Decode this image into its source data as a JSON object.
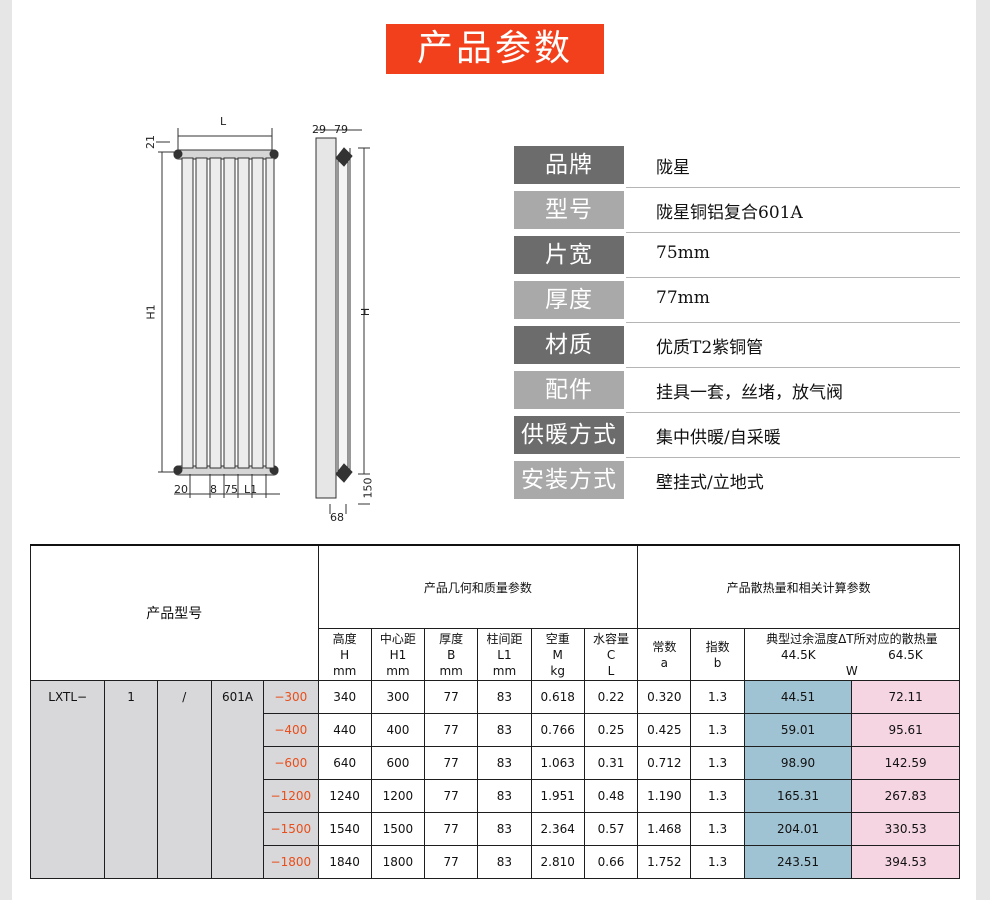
{
  "title": "产品参数",
  "drawing": {
    "labels": {
      "L": "L",
      "h21": "21",
      "H1": "H1",
      "d20": "20",
      "d8": "8",
      "d75": "75",
      "L1": "L1",
      "d29": "29",
      "d79": "79",
      "H": "H",
      "d150": "150",
      "d68": "68"
    }
  },
  "specs": [
    {
      "key": "品牌",
      "value": "陇星"
    },
    {
      "key": "型号",
      "value": "陇星铜铝复合601A"
    },
    {
      "key": "片宽",
      "value": "75mm"
    },
    {
      "key": "厚度",
      "value": "77mm"
    },
    {
      "key": "材质",
      "value": "优质T2紫铜管"
    },
    {
      "key": "配件",
      "value": "挂具一套，丝堵，放气阀"
    },
    {
      "key": "供暖方式",
      "value": "集中供暖/自采暖"
    },
    {
      "key": "安装方式",
      "value": "壁挂式/立地式"
    }
  ],
  "table": {
    "model_header": "产品型号",
    "geom_header": "产品几何和质量参数",
    "heat_header": "产品散热量和相关计算参数",
    "cols": [
      {
        "l1": "高度",
        "l2": "H",
        "l3": "mm"
      },
      {
        "l1": "中心距",
        "l2": "H1",
        "l3": "mm"
      },
      {
        "l1": "厚度",
        "l2": "B",
        "l3": "mm"
      },
      {
        "l1": "柱间距",
        "l2": "L1",
        "l3": "mm"
      },
      {
        "l1": "空重",
        "l2": "M",
        "l3": "kg"
      },
      {
        "l1": "水容量",
        "l2": "C",
        "l3": "L"
      },
      {
        "l1": "常数",
        "l2": "a",
        "l3": ""
      },
      {
        "l1": "指数",
        "l2": "b",
        "l3": ""
      }
    ],
    "heat_col": {
      "l1": "典型过余温度ΔT所对应的散热量",
      "k1": "44.5K",
      "k2": "64.5K",
      "unit": "W"
    },
    "model_parts": {
      "p1": "LXTL−",
      "p2": "1",
      "p3": "/",
      "p4": "601A"
    },
    "rows": [
      {
        "suffix": "−300",
        "H": "340",
        "H1": "300",
        "B": "77",
        "L1": "83",
        "M": "0.618",
        "C": "0.22",
        "a": "0.320",
        "b": "1.3",
        "q1": "44.51",
        "q2": "72.11"
      },
      {
        "suffix": "−400",
        "H": "440",
        "H1": "400",
        "B": "77",
        "L1": "83",
        "M": "0.766",
        "C": "0.25",
        "a": "0.425",
        "b": "1.3",
        "q1": "59.01",
        "q2": "95.61"
      },
      {
        "suffix": "−600",
        "H": "640",
        "H1": "600",
        "B": "77",
        "L1": "83",
        "M": "1.063",
        "C": "0.31",
        "a": "0.712",
        "b": "1.3",
        "q1": "98.90",
        "q2": "142.59"
      },
      {
        "suffix": "−1200",
        "H": "1240",
        "H1": "1200",
        "B": "77",
        "L1": "83",
        "M": "1.951",
        "C": "0.48",
        "a": "1.190",
        "b": "1.3",
        "q1": "165.31",
        "q2": "267.83"
      },
      {
        "suffix": "−1500",
        "H": "1540",
        "H1": "1500",
        "B": "77",
        "L1": "83",
        "M": "2.364",
        "C": "0.57",
        "a": "1.468",
        "b": "1.3",
        "q1": "204.01",
        "q2": "330.53"
      },
      {
        "suffix": "−1800",
        "H": "1840",
        "H1": "1800",
        "B": "77",
        "L1": "83",
        "M": "2.810",
        "C": "0.66",
        "a": "1.752",
        "b": "1.3",
        "q1": "243.51",
        "q2": "394.53"
      }
    ]
  }
}
